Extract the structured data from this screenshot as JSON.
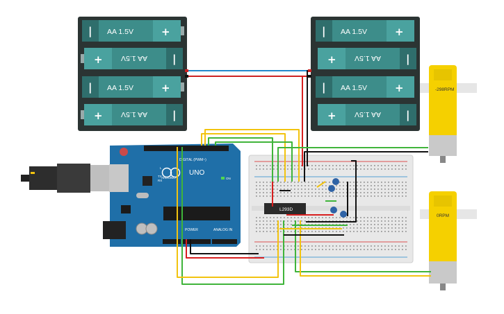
{
  "battery_packs": [
    {
      "name": "left",
      "cells": [
        "AA 1.5V",
        "AA 1.5V",
        "AA 1.5V",
        "AA 1.5V"
      ]
    },
    {
      "name": "right",
      "cells": [
        "AA 1.5V",
        "AA 1.5V",
        "AA 1.5V",
        "AA 1.5V"
      ]
    }
  ],
  "terminals": {
    "plus": "+",
    "minus": "|"
  },
  "motors": [
    {
      "name": "top",
      "rpm_label": "-298RPM"
    },
    {
      "name": "bottom",
      "rpm_label": "0RPM"
    }
  ],
  "driver_chip": {
    "label": "L293D"
  },
  "arduino": {
    "brand": "ARDUINO",
    "model": "UNO",
    "digital_label": "DIGITAL (PWM~)",
    "power_label": "POWER",
    "analog_label": "ANALOG IN",
    "on_label": "ON",
    "led_labels": [
      "L",
      "TX",
      "RX"
    ]
  },
  "colors": {
    "battery_body": "#2b3433",
    "battery_cell": "#3d8d8a",
    "battery_cell_dark": "#2f6e6c",
    "arduino_blue": "#1f6fa8",
    "motor_yellow": "#f5d000",
    "breadboard": "#e8e8e8",
    "wire_red": "#d81e1e",
    "wire_black": "#222222",
    "wire_green": "#3fb43a",
    "wire_yellow": "#f2c30f",
    "wire_blue": "#2288cc"
  }
}
